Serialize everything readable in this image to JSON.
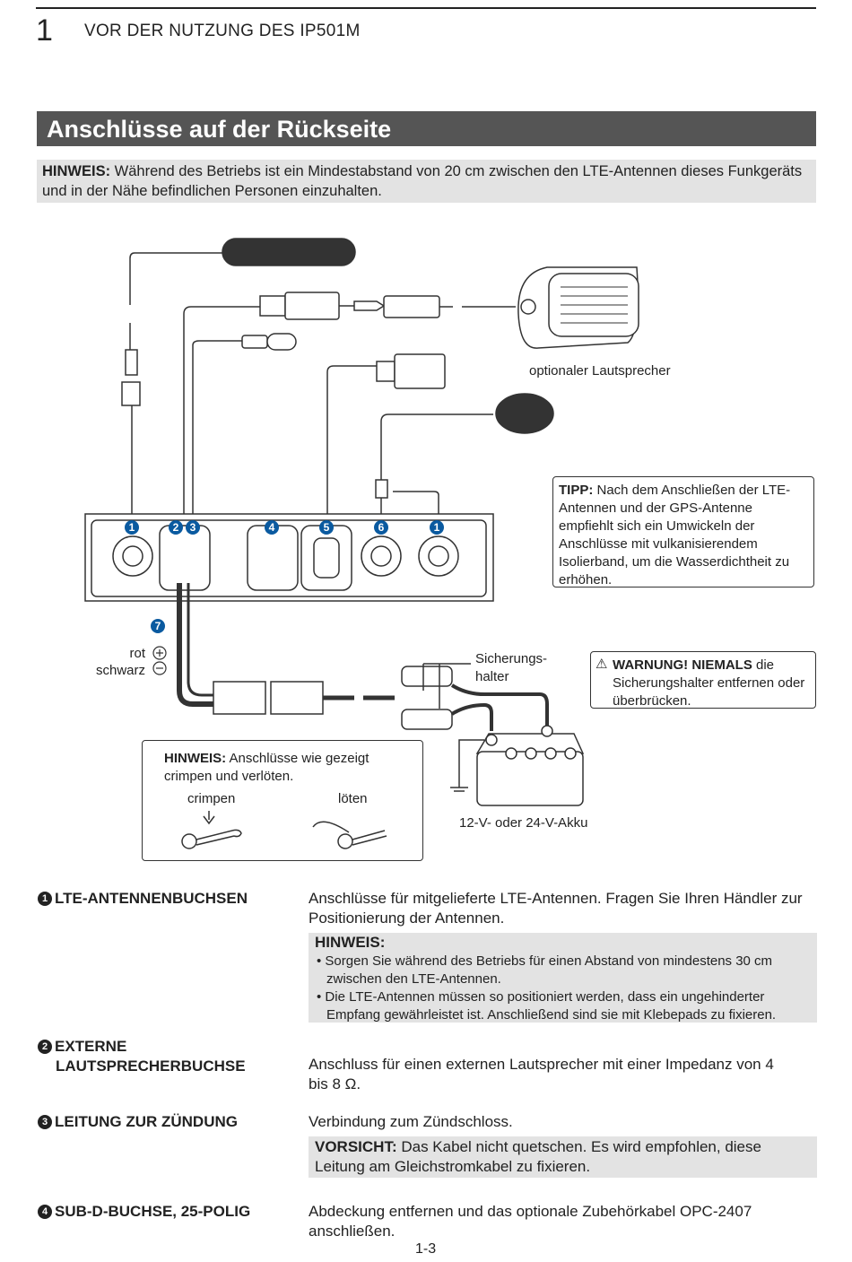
{
  "header": {
    "chapter_number": "1",
    "chapter_title": "VOR DER NUTZUNG DES IP501M"
  },
  "section": {
    "title": "Anschlüsse auf der Rückseite"
  },
  "top_note": {
    "label": "HINWEIS:",
    "text": " Während des Betriebs ist ein Mindestabstand von 20 cm zwischen den LTE-Antennen dieses Funkgeräts und in der Nähe befindlichen Personen einzuhalten."
  },
  "diagram": {
    "speaker_label": "optionaler Lautsprecher",
    "tip": {
      "label": "TIPP:",
      "text": " Nach dem Anschließen der LTE-Antennen und der GPS-Antenne empfiehlt sich ein Umwickeln der Anschlüsse mit vulkanisierendem Isolierband, um die Wasserdichtheit zu erhöhen."
    },
    "connector_numbers": [
      "1",
      "2",
      "3",
      "4",
      "5",
      "6",
      "1",
      "7"
    ],
    "rot": "rot",
    "schwarz": "schwarz",
    "fuse_label_1": "Sicherungs-",
    "fuse_label_2": "halter",
    "warning": {
      "label": "WARNUNG! NIEMALS",
      "text": " die Sicherungshalter entfernen oder überbrücken."
    },
    "crimp_note": {
      "label": "HINWEIS:",
      "text": " Anschlüsse wie gezeigt crimpen und verlöten.",
      "crimp": "crimpen",
      "solder": "löten"
    },
    "battery_label": "12-V- oder 24-V-Akku"
  },
  "items": [
    {
      "num": "1",
      "title": "LTE-ANTENNENBUCHSEN",
      "desc": "Anschlüsse für mitgelieferte LTE-Antennen. Fragen Sie Ihren Händler zur Positionierung der Antennen.",
      "note_label": "HINWEIS:",
      "bullets": [
        "Sorgen Sie während des Betriebs für einen Abstand von mindestens 30 cm zwischen den LTE-Antennen.",
        "Die LTE-Antennen müssen so positioniert werden, dass ein ungehinderter Empfang gewährleistet ist. Anschließend sind sie mit Klebepads zu fixieren."
      ]
    },
    {
      "num": "2",
      "title_line1": "EXTERNE",
      "title_line2": "LAUTSPRECHERBUCHSE",
      "desc": "Anschluss für einen externen Lautsprecher mit einer Impedanz von 4 bis 8 Ω."
    },
    {
      "num": "3",
      "title": "LEITUNG ZUR ZÜNDUNG",
      "desc": "Verbindung zum Zündschloss.",
      "caution_label": "VORSICHT:",
      "caution_text": " Das Kabel nicht quetschen. Es wird empfohlen, diese Leitung am Gleichstromkabel zu fixieren."
    },
    {
      "num": "4",
      "title": "SUB-D-BUCHSE, 25-POLIG",
      "desc": "Abdeckung entfernen und das optionale Zubehörkabel OPC-2407 anschließen."
    }
  ],
  "footer": {
    "page": "1-3"
  }
}
